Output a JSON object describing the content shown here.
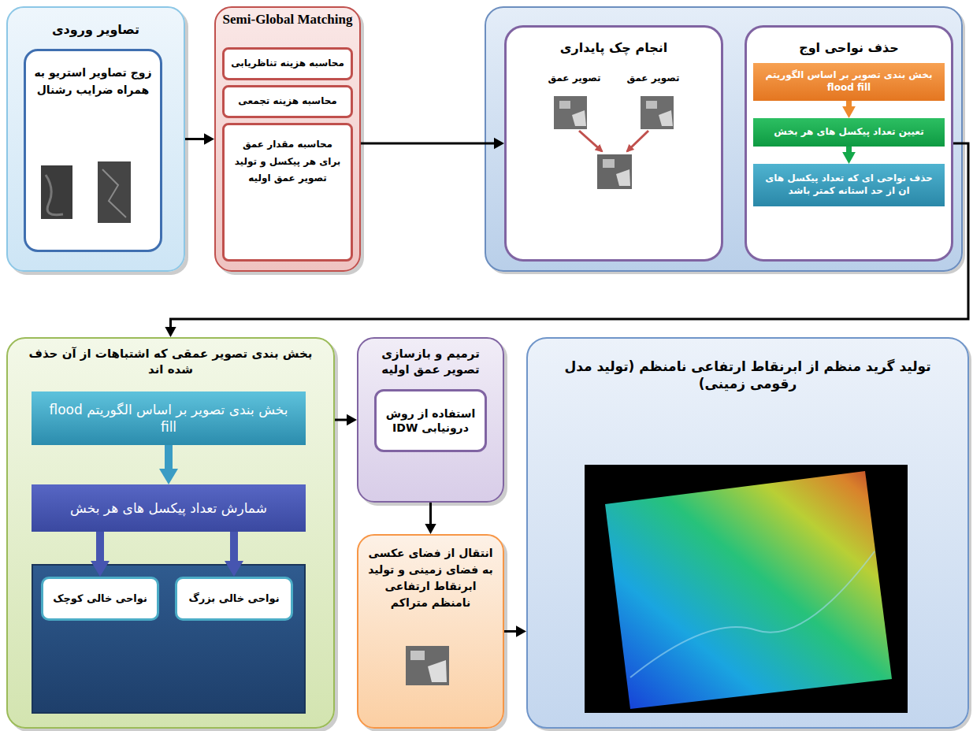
{
  "diagram": {
    "nodes": [
      {
        "text": [
          "تصاویر ورودی"
        ]
      },
      {
        "text": [
          "زوج تصاویر استریو به همراه ضرایب رشنال"
        ],
        "in": 0
      },
      {
        "text": [
          "Semi-Global Matching"
        ]
      },
      {
        "text": [
          "محاسبه هزینه تناظریابی"
        ],
        "in": 2
      },
      {
        "text": [
          "محاسبه هزینه تجمعی"
        ],
        "in": 2
      },
      {
        "text": [
          "محاسبه مقدار عمق برای هر پیکسل و تولید تصویر عمق اولیه"
        ],
        "in": 2
      },
      {
        "text": [
          "انجام چک پایداری",
          "تصویر عمق",
          "تصویر عمق"
        ]
      },
      {
        "text": [
          "حذف نواحی اوج"
        ]
      },
      {
        "text": [
          "بخش بندی تصویر بر اساس الگوریتم flood fill"
        ],
        "in": 7
      },
      {
        "text": [
          "تعیین تعداد پیکسل های هر بخش"
        ],
        "in": 7
      },
      {
        "text": [
          "حذف نواحی ای که تعداد پیکسل های ان از حد استانه کمتر باشد"
        ],
        "in": 7
      },
      {
        "text": [
          "بخش بندی تصویر عمقی که اشتباهات از آن حذف شده اند"
        ]
      },
      {
        "text": [
          "بخش بندی تصویر بر اساس الگوریتم flood fill"
        ],
        "in": 11
      },
      {
        "text": [
          "شمارش تعداد پیکسل های هر بخش"
        ],
        "in": 11
      },
      {
        "text": [
          "نواحی خالی بزرگ"
        ],
        "in": 11
      },
      {
        "text": [
          "نواحی خالی کوچک"
        ],
        "in": 11
      },
      {
        "text": [
          "ترمیم و بازسازی تصویر عمق اولیه"
        ]
      },
      {
        "text": [
          "استفاده از روش درونیابی IDW"
        ],
        "in": 16
      },
      {
        "text": [
          "انتقال از فضای عکسی به فضای زمینی و تولید ابرنقاط ارتفاعی نامنظم متراکم"
        ]
      },
      {
        "text": [
          "تولید گرید منظم از ابرنقاط ارتفاعی نامنظم (تولید مدل رقومی زمینی)"
        ]
      }
    ],
    "edges": [
      {
        "from": 0,
        "to": 2,
        "arrow": "to"
      },
      {
        "from": 2,
        "to": 6,
        "arrow": "to"
      },
      {
        "from": 8,
        "to": 9,
        "arrow": "to"
      },
      {
        "from": 9,
        "to": 10,
        "arrow": "to"
      },
      {
        "from": 7,
        "to": 11,
        "arrow": "to"
      },
      {
        "from": 12,
        "to": 13,
        "arrow": "to"
      },
      {
        "from": 13,
        "to": 14,
        "arrow": "to"
      },
      {
        "from": 13,
        "to": 15,
        "arrow": "to"
      },
      {
        "from": 11,
        "to": 16,
        "arrow": "to"
      },
      {
        "from": 16,
        "to": 18,
        "arrow": "to"
      },
      {
        "from": 18,
        "to": 19,
        "arrow": "to"
      }
    ]
  }
}
